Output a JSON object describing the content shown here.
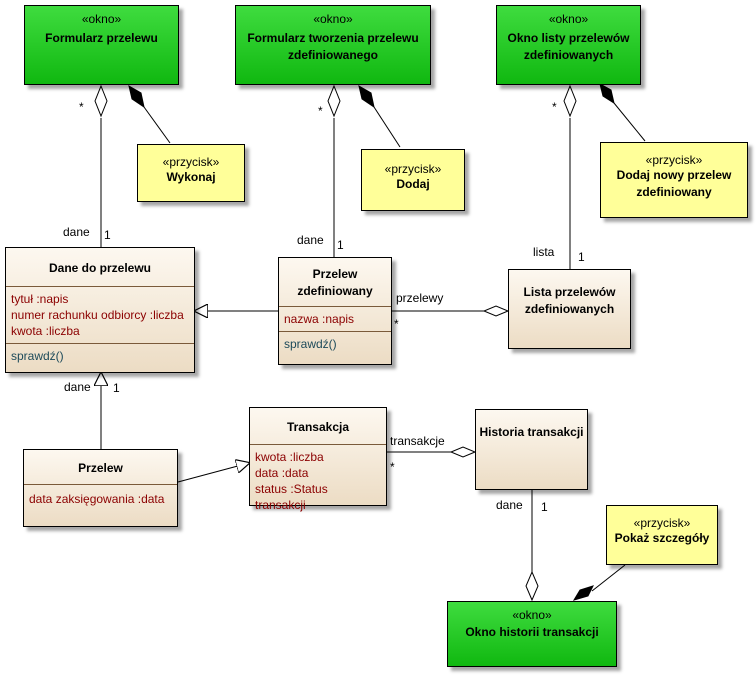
{
  "windows": [
    {
      "id": "w1",
      "stereotype": "«okno»",
      "name": "Formularz przelewu"
    },
    {
      "id": "w2",
      "stereotype": "«okno»",
      "name": "Formularz tworzenia przelewu zdefiniowanego"
    },
    {
      "id": "w3",
      "stereotype": "«okno»",
      "name": "Okno listy przelewów zdefiniowanych"
    },
    {
      "id": "w4",
      "stereotype": "«okno»",
      "name": "Okno historii transakcji"
    }
  ],
  "buttons": [
    {
      "id": "b1",
      "stereotype": "«przycisk»",
      "name": "Wykonaj"
    },
    {
      "id": "b2",
      "stereotype": "«przycisk»",
      "name": "Dodaj"
    },
    {
      "id": "b3",
      "stereotype": "«przycisk»",
      "name": "Dodaj nowy przelew zdefiniowany"
    },
    {
      "id": "b4",
      "stereotype": "«przycisk»",
      "name": "Pokaż szczegóły"
    }
  ],
  "classes": {
    "dane_do_przelewu": {
      "name": "Dane do przelewu",
      "attributes": [
        "tytuł  :napis",
        "numer rachunku odbiorcy  :liczba",
        "kwota  :liczba"
      ],
      "operations": [
        "sprawdź()"
      ]
    },
    "przelew_zdefiniowany": {
      "name": "Przelew zdefiniowany",
      "attributes": [
        "nazwa  :napis"
      ],
      "operations": [
        "sprawdź()"
      ]
    },
    "lista_przelewow": {
      "name": "Lista przelewów zdefiniowanych"
    },
    "przelew": {
      "name": "Przelew",
      "attributes": [
        "data zaksięgowania  :data"
      ]
    },
    "transakcja": {
      "name": "Transakcja",
      "attributes": [
        "kwota  :liczba",
        "data  :data",
        "status  :Status transakcji"
      ]
    },
    "historia": {
      "name": "Historia transakcji"
    }
  },
  "labels": {
    "star": "*",
    "one": "1",
    "dane": "dane",
    "lista": "lista",
    "przelewy": "przelewy",
    "transakcje": "transakcje"
  }
}
